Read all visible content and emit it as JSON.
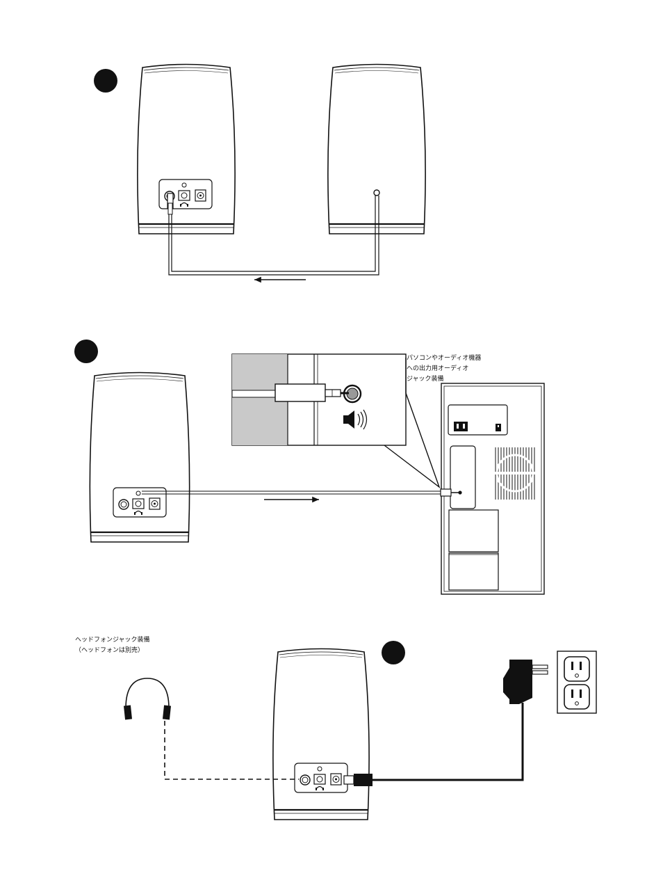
{
  "labels": {
    "audio_out": [
      "パソコンやオーディオ機器",
      "への出力用オーディオ",
      "ジャック装備"
    ],
    "headphone": [
      "ヘッドフォンジャック装備",
      "（ヘッドフォンは別売）"
    ]
  },
  "colors": {
    "ink": "#111111",
    "panel_gray": "#c9c9c9",
    "white": "#ffffff"
  },
  "icons": [
    "speaker-sound-icon",
    "headphones-icon",
    "ac-adapter-icon",
    "wall-outlet-icon"
  ]
}
